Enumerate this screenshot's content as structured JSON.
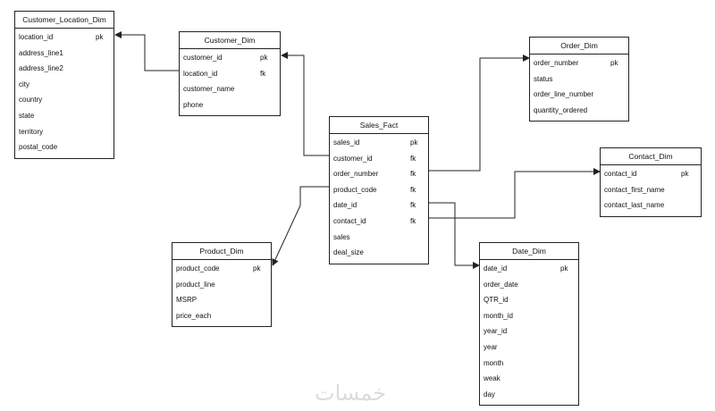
{
  "tables": [
    {
      "id": "customer_location_dim",
      "name": "Customer_Location_Dim",
      "columns": [
        {
          "name": "location_id",
          "key": "pk"
        },
        {
          "name": "address_line1",
          "key": ""
        },
        {
          "name": "address_line2",
          "key": ""
        },
        {
          "name": "city",
          "key": ""
        },
        {
          "name": "country",
          "key": ""
        },
        {
          "name": "state",
          "key": ""
        },
        {
          "name": "territory",
          "key": ""
        },
        {
          "name": "postal_code",
          "key": ""
        }
      ]
    },
    {
      "id": "customer_dim",
      "name": "Customer_Dim",
      "columns": [
        {
          "name": "customer_id",
          "key": "pk"
        },
        {
          "name": "location_id",
          "key": "fk"
        },
        {
          "name": "customer_name",
          "key": ""
        },
        {
          "name": "phone",
          "key": ""
        }
      ]
    },
    {
      "id": "order_dim",
      "name": "Order_Dim",
      "columns": [
        {
          "name": "order_number",
          "key": "pk"
        },
        {
          "name": "status",
          "key": ""
        },
        {
          "name": "order_line_number",
          "key": ""
        },
        {
          "name": "quantity_ordered",
          "key": ""
        }
      ]
    },
    {
      "id": "sales_fact",
      "name": "Sales_Fact",
      "columns": [
        {
          "name": "sales_id",
          "key": "pk"
        },
        {
          "name": "customer_id",
          "key": "fk"
        },
        {
          "name": "order_number",
          "key": "fk"
        },
        {
          "name": "product_code",
          "key": "fk"
        },
        {
          "name": "date_id",
          "key": "fk"
        },
        {
          "name": "contact_id",
          "key": "fk"
        },
        {
          "name": "sales",
          "key": ""
        },
        {
          "name": "deal_size",
          "key": ""
        }
      ]
    },
    {
      "id": "contact_dim",
      "name": "Contact_Dim",
      "columns": [
        {
          "name": "contact_id",
          "key": "pk"
        },
        {
          "name": "contact_first_name",
          "key": ""
        },
        {
          "name": "contact_last_name",
          "key": ""
        }
      ]
    },
    {
      "id": "product_dim",
      "name": "Product_Dim",
      "columns": [
        {
          "name": "product_code",
          "key": "pk"
        },
        {
          "name": "product_line",
          "key": ""
        },
        {
          "name": "MSRP",
          "key": ""
        },
        {
          "name": "price_each",
          "key": ""
        }
      ]
    },
    {
      "id": "date_dim",
      "name": "Date_Dim",
      "columns": [
        {
          "name": "date_id",
          "key": "pk"
        },
        {
          "name": "order_date",
          "key": ""
        },
        {
          "name": "QTR_id",
          "key": ""
        },
        {
          "name": "month_id",
          "key": ""
        },
        {
          "name": "year_id",
          "key": ""
        },
        {
          "name": "year",
          "key": ""
        },
        {
          "name": "month",
          "key": ""
        },
        {
          "name": "weak",
          "key": ""
        },
        {
          "name": "day",
          "key": ""
        }
      ]
    }
  ],
  "relationships": [
    {
      "from": "customer_dim.location_id",
      "to": "customer_location_dim.location_id"
    },
    {
      "from": "sales_fact.customer_id",
      "to": "customer_dim.customer_id"
    },
    {
      "from": "sales_fact.order_number",
      "to": "order_dim.order_number"
    },
    {
      "from": "sales_fact.contact_id",
      "to": "contact_dim.contact_id"
    },
    {
      "from": "sales_fact.product_code",
      "to": "product_dim.product_code"
    },
    {
      "from": "sales_fact.date_id",
      "to": "date_dim.date_id"
    }
  ],
  "watermark": "خمسات",
  "colors": {
    "line": "#222222",
    "watermark": "#dcdcdc"
  }
}
